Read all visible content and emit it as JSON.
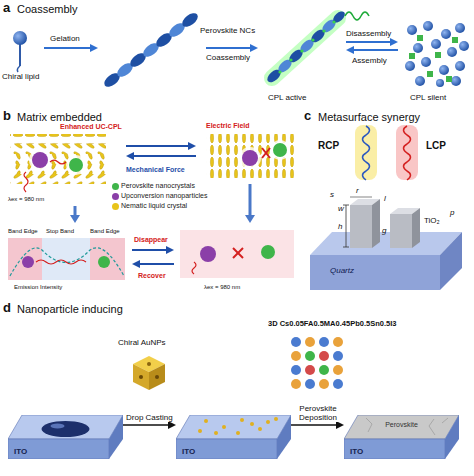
{
  "diagram": {
    "nodes": [
      {
        "text": [
          "ITO"
        ]
      },
      {
        "text": [
          "ITO"
        ]
      },
      {
        "text": [
          "Perovskite",
          "ITO"
        ]
      }
    ],
    "edges": [
      {
        "from": 0,
        "to": 1,
        "arrow": "to",
        "label": "Drop Casting"
      },
      {
        "from": 1,
        "to": 2,
        "arrow": "to",
        "label": "Perovskite Deposition"
      }
    ],
    "labels": [
      "a",
      "Coassembly",
      "Chiral lipid",
      "Gelation",
      "Perovskite NCs",
      "Coassembly",
      "CPL active",
      "Disassembly",
      "Assembly",
      "CPL silent",
      "b",
      "Matrix embedded",
      "Enhanced UC-CPL",
      "Electric Field",
      "Mechanical Force",
      "λex = 980 nm",
      "Band Edge",
      "Stop Band",
      "Band Edge",
      "Emission Intensity",
      "Disappear",
      "Recover",
      "λex = 980 nm",
      "c",
      "Metasurface synergy",
      "RCP",
      "LCP",
      "s",
      "r",
      "w",
      "l",
      "g",
      "p",
      "h",
      "TiO₂",
      "Quartz",
      "d",
      "Nanoparticle inducing",
      "Chiral AuNPs",
      "3D Cs0.05FA0.5MA0.45Pb0.5Sn0.5I3"
    ],
    "legend": [
      {
        "text": "Perovskite nanocrystals",
        "color": "#3fb54a"
      },
      {
        "text": "Upconversion nanoparticles",
        "color": "#8b3fa8"
      },
      {
        "text": "Nematic liquid crystal",
        "color": "#e8c41a"
      }
    ]
  }
}
